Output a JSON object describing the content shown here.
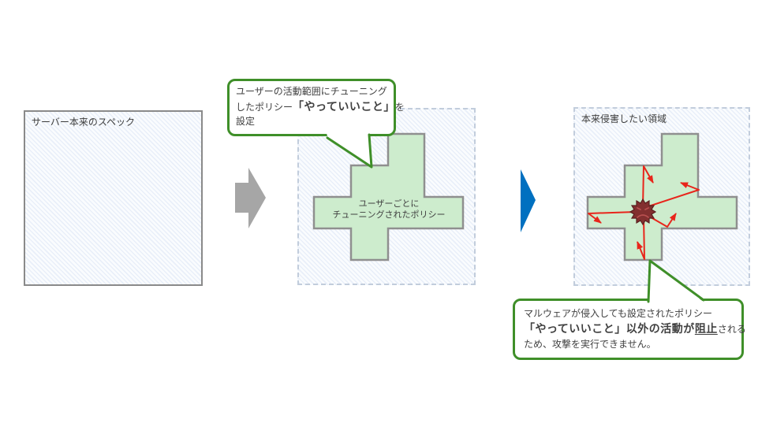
{
  "diagram": {
    "left_panel": {
      "title": "サーバー本来のスペック"
    },
    "middle_panel": {
      "shape_line1": "ユーザーごとに",
      "shape_line2": "チューニングされたポリシー"
    },
    "right_panel": {
      "title": "本来侵害したい領域"
    },
    "callout_top": {
      "line1": "ユーザーの活動範囲にチューニング",
      "line2_pre": "したポリシー",
      "line2_bold": "「やっていいこと」",
      "line2_post": "を",
      "line3": "設定"
    },
    "callout_bottom": {
      "line1": "マルウェアが侵入しても設定されたポリシー",
      "line2_bold": "「やっていいこと」以外の活動が",
      "line2_bold_underline": "阻止",
      "line2_post": "される",
      "line3": "ため、攻撃を実行できません。"
    },
    "icons": {
      "malware": "malware-starburst-icon",
      "flow_gray": "gray-right-arrow-icon",
      "flow_blue": "blue-right-arrow-icon"
    }
  },
  "colors": {
    "callout-border": "#3f8f29",
    "shape-fill": "#cdeccd",
    "shape-stroke": "#8f8f8f",
    "attack-red": "#e8251b",
    "flow-blue": "#0070c0",
    "flow-gray": "#a6a6a6",
    "malware-fill": "#822f2f",
    "text": "#404040"
  }
}
